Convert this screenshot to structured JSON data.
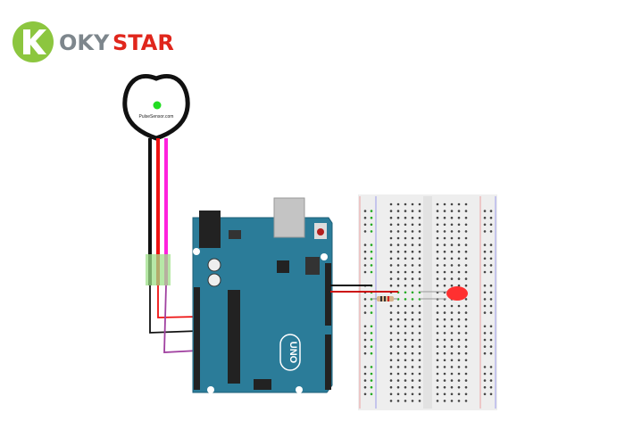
{
  "logo": {
    "text_gray": "OKY",
    "text_red": "STAR",
    "colors": {
      "green": "#8cc63f",
      "gray": "#7d868c",
      "red": "#e0261c"
    }
  },
  "sensor": {
    "label": "PulseSensor.com",
    "led_color": "#22dd22"
  },
  "arduino": {
    "model_label": "UNO",
    "board_color": "#2b7c99"
  },
  "wires": {
    "black": "#111111",
    "red": "#ee1111",
    "magenta": "#ff22dd",
    "purple": "#a040a0"
  },
  "led": {
    "color": "#ff3030"
  }
}
